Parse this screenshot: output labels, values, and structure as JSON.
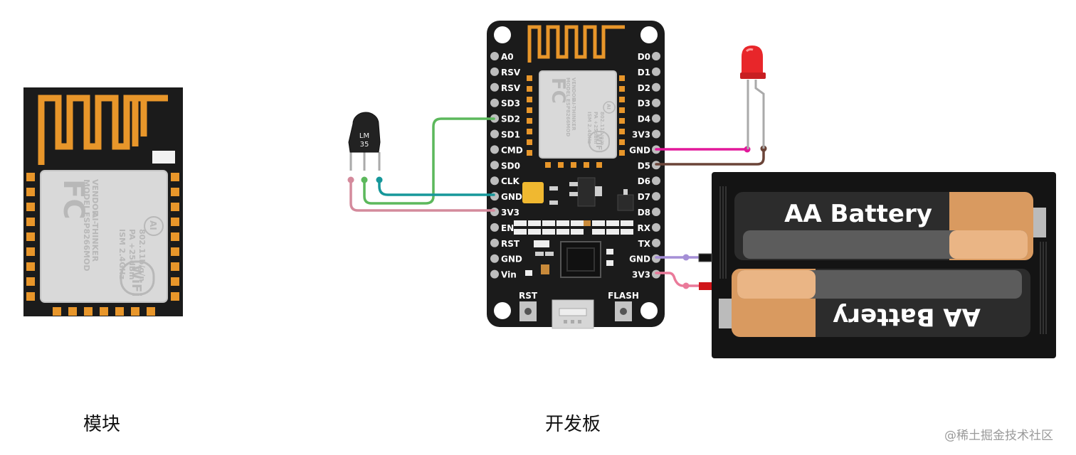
{
  "captions": {
    "module": "模块",
    "board": "开发板"
  },
  "watermark": "@稀土掘金技术社区",
  "esp_module": {
    "fc": "FC",
    "model_lines": [
      "MODEL",
      "VENDOR"
    ],
    "vendor_lines": [
      "ESP8266MOD",
      "AI-THINKER"
    ],
    "spec_lines": [
      "ISM 2.4GHz",
      "PA +25dBm",
      "802.11b/g/n"
    ],
    "wifi": "WiFi",
    "ai": "AI"
  },
  "board": {
    "left_pins": [
      "A0",
      "RSV",
      "RSV",
      "SD3",
      "SD2",
      "SD1",
      "CMD",
      "SD0",
      "CLK",
      "GND",
      "3V3",
      "EN",
      "RST",
      "GND",
      "Vin"
    ],
    "right_pins": [
      "D0",
      "D1",
      "D2",
      "D3",
      "D4",
      "3V3",
      "GND",
      "D5",
      "D6",
      "D7",
      "D8",
      "RX",
      "TX",
      "GND",
      "3V3"
    ],
    "rst_label": "RST",
    "flash_label": "FLASH"
  },
  "sensor": {
    "line1": "LM",
    "line2": "35"
  },
  "battery": {
    "top_label": "AA Battery",
    "bottom_label": "AA Battery"
  },
  "colors": {
    "pcb": "#1b1b1b",
    "antenna": "#e8962a",
    "pad": "#e8962a",
    "shield": "#d8d8d8",
    "wire_green": "#5cb85c",
    "wire_teal": "#16979a",
    "wire_pink": "#d48a9c",
    "wire_magenta": "#e2189a",
    "wire_brown": "#6b4438",
    "wire_purple": "#a58fd6",
    "wire_rose": "#ea7a9a",
    "led_red": "#e8262a",
    "battery_copper": "#d99a60"
  }
}
